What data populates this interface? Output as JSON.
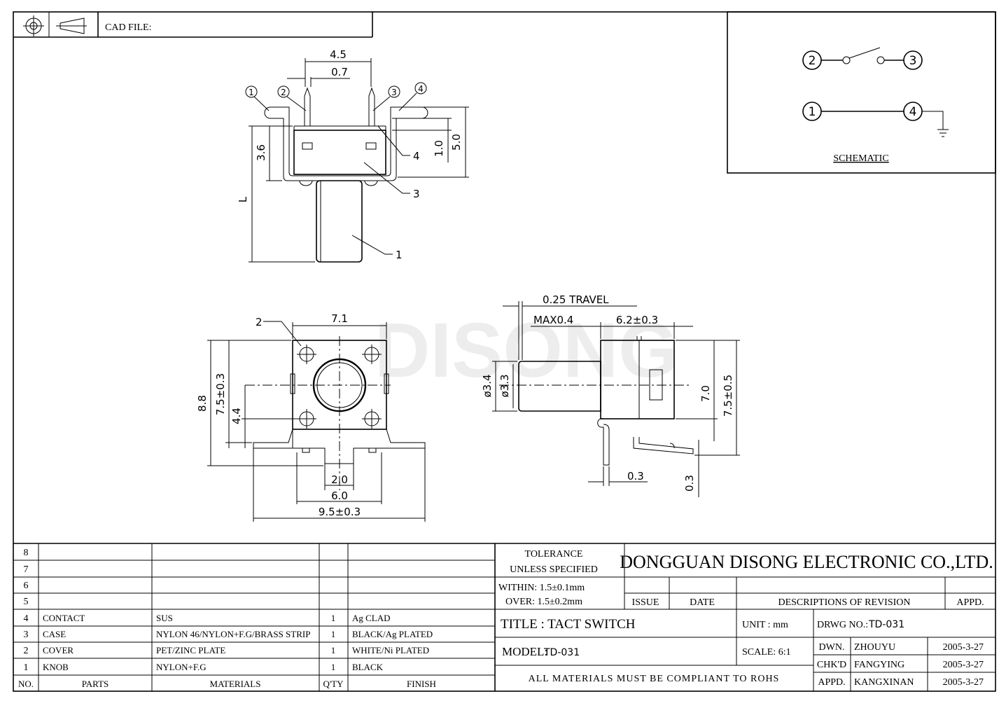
{
  "header": {
    "cad_file_label": "CAD FILE:"
  },
  "watermark": "DISONG",
  "schematic": {
    "label": "SCHEMATIC",
    "pins": [
      "2",
      "3",
      "1",
      "4"
    ]
  },
  "front_view": {
    "callouts": [
      "1",
      "2",
      "3",
      "4"
    ],
    "leaders": [
      "4",
      "3",
      "1"
    ],
    "dims": {
      "top_width": "4.5",
      "pin_gap": "0.7",
      "height_a": "3.6",
      "height_b": "1.0",
      "height_c": "5.0",
      "length": "L"
    }
  },
  "top_view": {
    "callout": "2",
    "dims": {
      "width": "7.1",
      "height_total": "8.8",
      "height_body": "7.5±0.3",
      "hole_pitch": "4.4",
      "tab_inner": "2.0",
      "tab_outer": "6.0",
      "overall_width": "9.5±0.3"
    }
  },
  "side_view": {
    "dims": {
      "travel": "0.25 TRAVEL",
      "max": "MAX0.4",
      "body_len": "6.2±0.3",
      "dia_a": "ø3.4",
      "dia_b": "ø3.3",
      "height_a": "7.0",
      "height_b": "7.5±0.5",
      "thick_a": "0.3",
      "thick_b": "0.3"
    }
  },
  "parts_table": {
    "headers": [
      "NO.",
      "PARTS",
      "MATERIALS",
      "Q'TY",
      "FINISH"
    ],
    "rows": [
      {
        "no": "8",
        "part": "",
        "material": "",
        "qty": "",
        "finish": ""
      },
      {
        "no": "7",
        "part": "",
        "material": "",
        "qty": "",
        "finish": ""
      },
      {
        "no": "6",
        "part": "",
        "material": "",
        "qty": "",
        "finish": ""
      },
      {
        "no": "5",
        "part": "",
        "material": "",
        "qty": "",
        "finish": ""
      },
      {
        "no": "4",
        "part": "CONTACT",
        "material": "SUS",
        "qty": "1",
        "finish": "Ag CLAD"
      },
      {
        "no": "3",
        "part": "CASE",
        "material": "NYLON 46/NYLON+F.G/BRASS STRIP",
        "qty": "1",
        "finish": "BLACK/Ag PLATED"
      },
      {
        "no": "2",
        "part": "COVER",
        "material": "PET/ZINC PLATE",
        "qty": "1",
        "finish": "WHITE/Ni PLATED"
      },
      {
        "no": "1",
        "part": "KNOB",
        "material": "NYLON+F.G",
        "qty": "1",
        "finish": "BLACK"
      }
    ]
  },
  "title_block": {
    "tolerance_title_1": "TOLERANCE",
    "tolerance_title_2": "UNLESS  SPECIFIED",
    "within": "WITHIN: 1.5±0.1mm",
    "over": "OVER: 1.5±0.2mm",
    "company": "DONGGUAN DISONG ELECTRONIC CO.,LTD.",
    "rev_headers": [
      "ISSUE",
      "DATE",
      "DESCRIPTIONS  OF  REVISION",
      "APPD."
    ],
    "title": "TITLE :  TACT SWITCH",
    "unit": "UNIT :   mm",
    "drwg_no_label": "DRWG NO.:",
    "drwg_no": "TD-031",
    "model_label": "MODEL:",
    "model": "TD-031",
    "scale": "SCALE:   6:1",
    "compliance": "ALL MATERIALS MUST BE COMPLIANT TO ROHS",
    "signoffs": [
      {
        "role": "DWN.",
        "name": "ZHOUYU",
        "date": "2005-3-27"
      },
      {
        "role": "CHK'D",
        "name": "FANGYING",
        "date": "2005-3-27"
      },
      {
        "role": "APPD.",
        "name": "KANGXINAN",
        "date": "2005-3-27"
      }
    ]
  }
}
